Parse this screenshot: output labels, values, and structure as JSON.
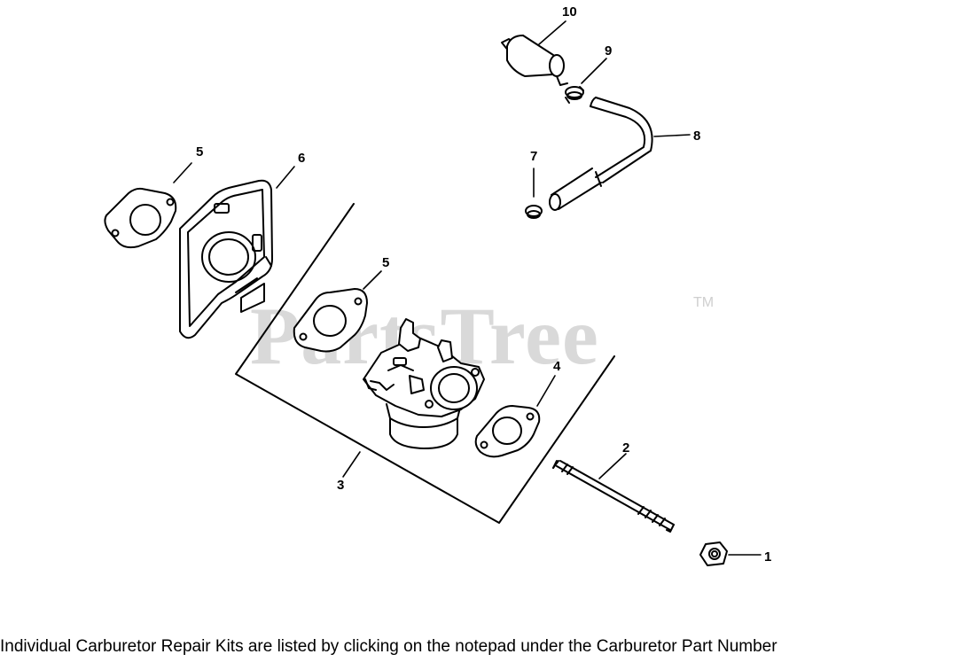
{
  "watermark": {
    "text": "PartsTree",
    "tm": "TM"
  },
  "callouts": [
    "1",
    "2",
    "3",
    "4",
    "5",
    "5",
    "6",
    "7",
    "8",
    "9",
    "10"
  ],
  "footer_note": "Individual Carburetor Repair Kits are listed by clicking on the notepad under the Carburetor Part Number"
}
